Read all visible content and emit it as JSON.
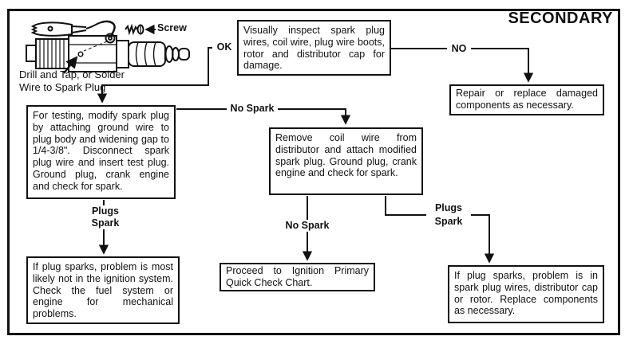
{
  "page": {
    "title": "SECONDARY"
  },
  "colors": {
    "ink": "#111111",
    "paper": "#ffffff"
  },
  "illustration": {
    "screw_label": "Screw",
    "caption": {
      "line1": "Drill and Tap, or Solder",
      "line2": "Wire to Spark Plug"
    }
  },
  "flow": {
    "boxes": {
      "inspect": "Visually inspect spark plug wires, coil wire, plug wire boots, rotor and distributor cap for damage.",
      "repair": "Repair or replace damaged components as necessary.",
      "test": "For testing, modify spark plug by attaching ground wire to plug body and widening gap to 1/4-3/8\". Disconnect spark plug wire and insert test plug. Ground plug, crank engine and check for spark.",
      "remove": "Remove coil wire from distributor and attach modified spark plug. Ground plug, crank engine and check for spark.",
      "fuel": "If plug sparks, problem is most likely not in the ignition system. Check the fuel system or engine for mechanical problems.",
      "primary": "Proceed to Ignition Primary Quick Check Chart.",
      "components": "If plug sparks, problem is in spark plug wires, distributor cap or rotor. Replace components as necessary."
    },
    "labels": {
      "ok": "OK",
      "no": "NO",
      "no_spark_top": "No Spark",
      "no_spark_bottom": "No Spark",
      "plugs_spark_left": {
        "line1": "Plugs",
        "line2": "Spark"
      },
      "plugs_spark_right": {
        "line1": "Plugs",
        "line2": "Spark"
      }
    }
  }
}
